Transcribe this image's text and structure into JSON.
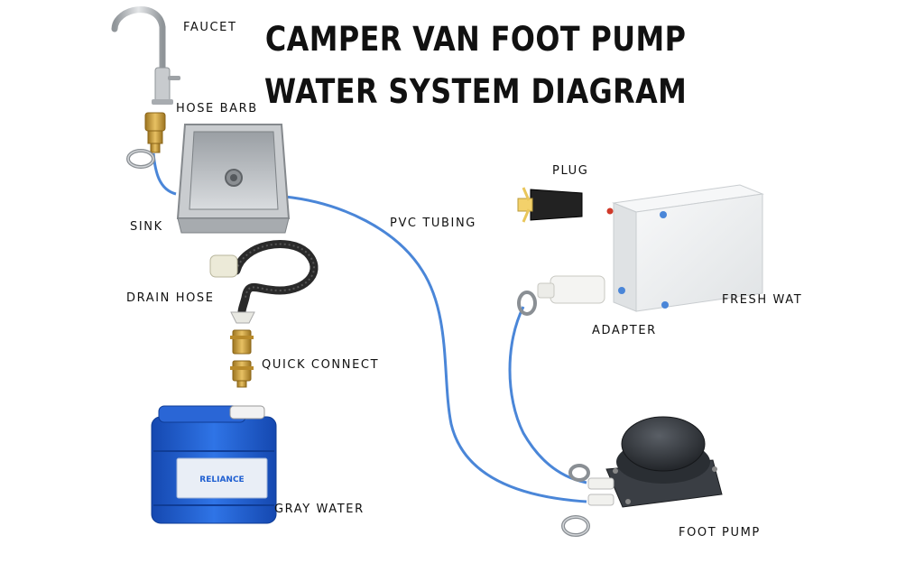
{
  "title": {
    "line1": "CAMPER VAN FOOT PUMP",
    "line2": "WATER SYSTEM DIAGRAM"
  },
  "labels": {
    "faucet": "FAUCET",
    "hose_barb": "HOSE BARB",
    "sink": "SINK",
    "pvc_tubing": "PVC TUBING",
    "plug": "PLUG",
    "fresh_water": "FRESH WAT",
    "adapter": "ADAPTER",
    "drain_hose": "DRAIN HOSE",
    "quick_connect": "QUICK CONNECT",
    "gray_water": "GRAY WATER",
    "foot_pump": "FOOT PUMP"
  },
  "jug_label": "RELIANCE",
  "colors": {
    "tubing": "#4a86d8",
    "jug": "#1f5fd1",
    "brass": "#c99a2e",
    "steel": "#b9bdc2",
    "tank": "#eef0f1",
    "pump": "#2f3338"
  }
}
